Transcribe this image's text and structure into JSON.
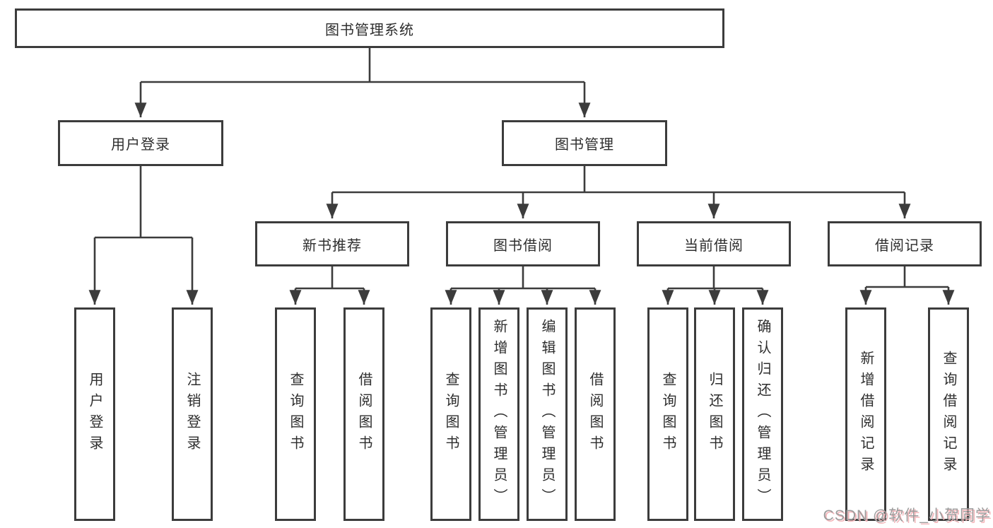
{
  "diagram": {
    "type": "hierarchy-tree",
    "colors": {
      "line": "#3c3c3c",
      "box_border": "#3c3c3c",
      "text": "#2e2e2e",
      "background": "#ffffff",
      "watermark_text": "#9c9c9c",
      "watermark_shadow": "#f3b6ba"
    }
  },
  "tree": {
    "root": {
      "label": "图书管理系统",
      "children": [
        {
          "label": "用户登录",
          "children": [
            {
              "label": "用户登录"
            },
            {
              "label": "注销登录"
            }
          ]
        },
        {
          "label": "图书管理",
          "children": [
            {
              "label": "新书推荐",
              "children": [
                {
                  "label": "查询图书"
                },
                {
                  "label": "借阅图书"
                }
              ]
            },
            {
              "label": "图书借阅",
              "children": [
                {
                  "label": "查询图书"
                },
                {
                  "label": "新增图书（管理员）"
                },
                {
                  "label": "编辑图书（管理员）"
                },
                {
                  "label": "借阅图书"
                }
              ]
            },
            {
              "label": "当前借阅",
              "children": [
                {
                  "label": "查询图书"
                },
                {
                  "label": "归还图书"
                },
                {
                  "label": "确认归还（管理员）"
                }
              ]
            },
            {
              "label": "借阅记录",
              "children": [
                {
                  "label": "新增借阅记录"
                },
                {
                  "label": "查询借阅记录"
                }
              ]
            }
          ]
        }
      ]
    }
  },
  "watermark": {
    "text": "CSDN @软件_小贺同学"
  }
}
